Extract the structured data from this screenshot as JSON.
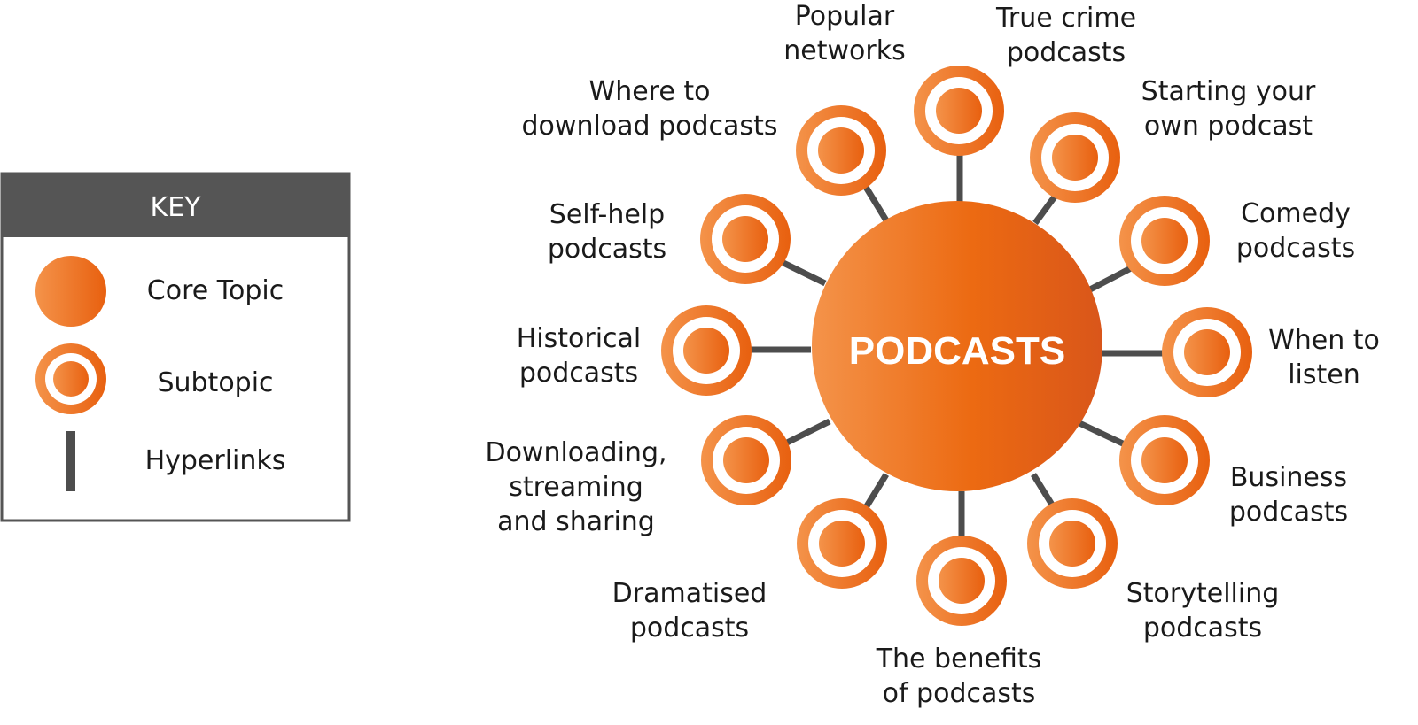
{
  "colors": {
    "orange_light": "#f4934a",
    "orange_mid": "#ec6a12",
    "orange_dark": "#d9561a",
    "link": "#4d4d4d",
    "key_header": "#555555",
    "key_border": "#555555",
    "text": "#1a1a1a"
  },
  "key": {
    "title": "KEY",
    "items": [
      {
        "label": "Core Topic",
        "symbol": "core-topic-icon"
      },
      {
        "label": "Subtopic",
        "symbol": "subtopic-icon"
      },
      {
        "label": "Hyperlinks",
        "symbol": "hyperlink-icon"
      }
    ]
  },
  "core": {
    "label": "PODCASTS"
  },
  "subtopics": [
    {
      "id": "popular-networks",
      "lines": [
        "Popular",
        "networks"
      ]
    },
    {
      "id": "true-crime",
      "lines": [
        "True crime",
        "podcasts"
      ]
    },
    {
      "id": "starting-own",
      "lines": [
        "Starting your",
        "own podcast"
      ]
    },
    {
      "id": "comedy",
      "lines": [
        "Comedy",
        "podcasts"
      ]
    },
    {
      "id": "when-to-listen",
      "lines": [
        "When to",
        "listen"
      ]
    },
    {
      "id": "business",
      "lines": [
        "Business",
        "podcasts"
      ]
    },
    {
      "id": "storytelling",
      "lines": [
        "Storytelling",
        "podcasts"
      ]
    },
    {
      "id": "benefits",
      "lines": [
        "The benefits",
        "of podcasts"
      ]
    },
    {
      "id": "dramatised",
      "lines": [
        "Dramatised",
        "podcasts"
      ]
    },
    {
      "id": "downloading-streaming",
      "lines": [
        "Downloading,",
        "streaming",
        "and sharing"
      ]
    },
    {
      "id": "historical",
      "lines": [
        "Historical",
        "podcasts"
      ]
    },
    {
      "id": "self-help",
      "lines": [
        "Self-help",
        "podcasts"
      ]
    },
    {
      "id": "where-to-download",
      "lines": [
        "Where to",
        "download podcasts"
      ]
    }
  ]
}
